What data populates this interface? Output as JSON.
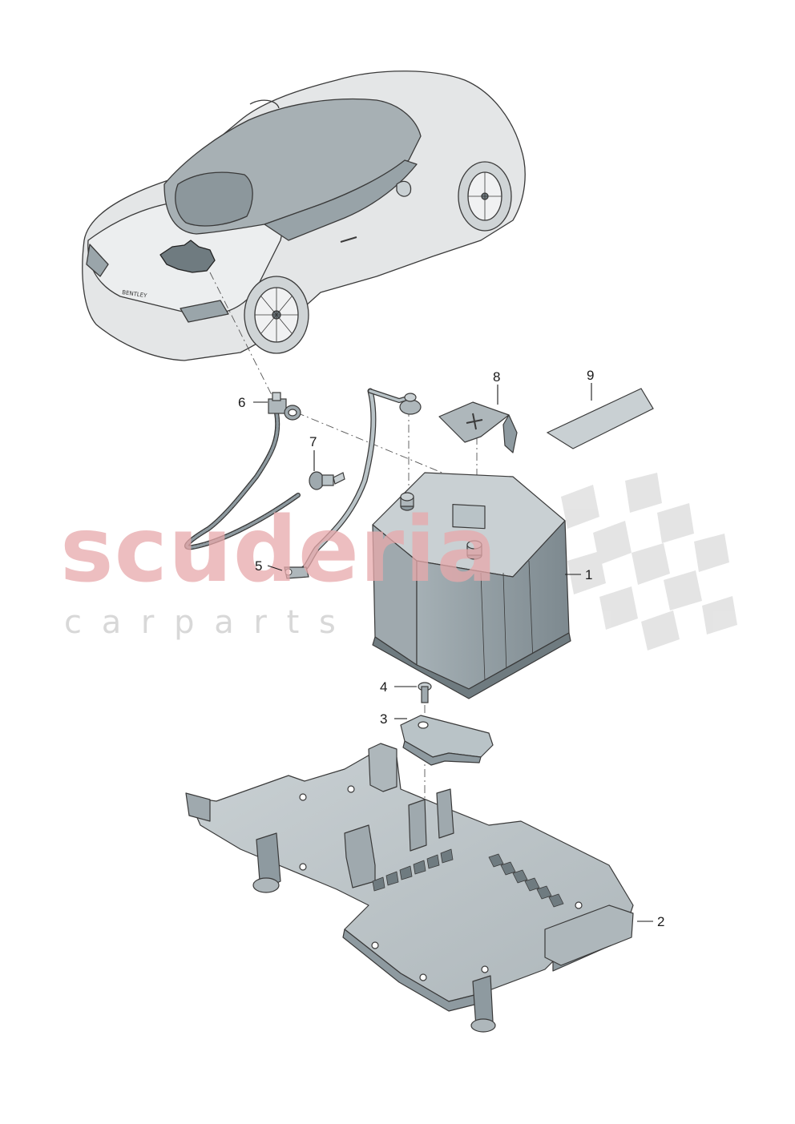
{
  "watermark": {
    "brand": "scuderia",
    "tagline": "c a r   p a r t s"
  },
  "callouts": [
    {
      "id": "1",
      "label": "1"
    },
    {
      "id": "2",
      "label": "2"
    },
    {
      "id": "3",
      "label": "3"
    },
    {
      "id": "4",
      "label": "4"
    },
    {
      "id": "5",
      "label": "5"
    },
    {
      "id": "6",
      "label": "6"
    },
    {
      "id": "7",
      "label": "7"
    },
    {
      "id": "8",
      "label": "8"
    },
    {
      "id": "9",
      "label": "9"
    }
  ],
  "vehicle_badge": "BENTLEY",
  "colors": {
    "outline": "#3a3a3a",
    "part_fill": "#b9c3c7",
    "part_shade": "#8e9aa0",
    "car_body": "#e4e6e7",
    "highlight": "#6f7b80",
    "watermark_red": "#e8a9ab",
    "watermark_gray": "#cfcfcf"
  }
}
